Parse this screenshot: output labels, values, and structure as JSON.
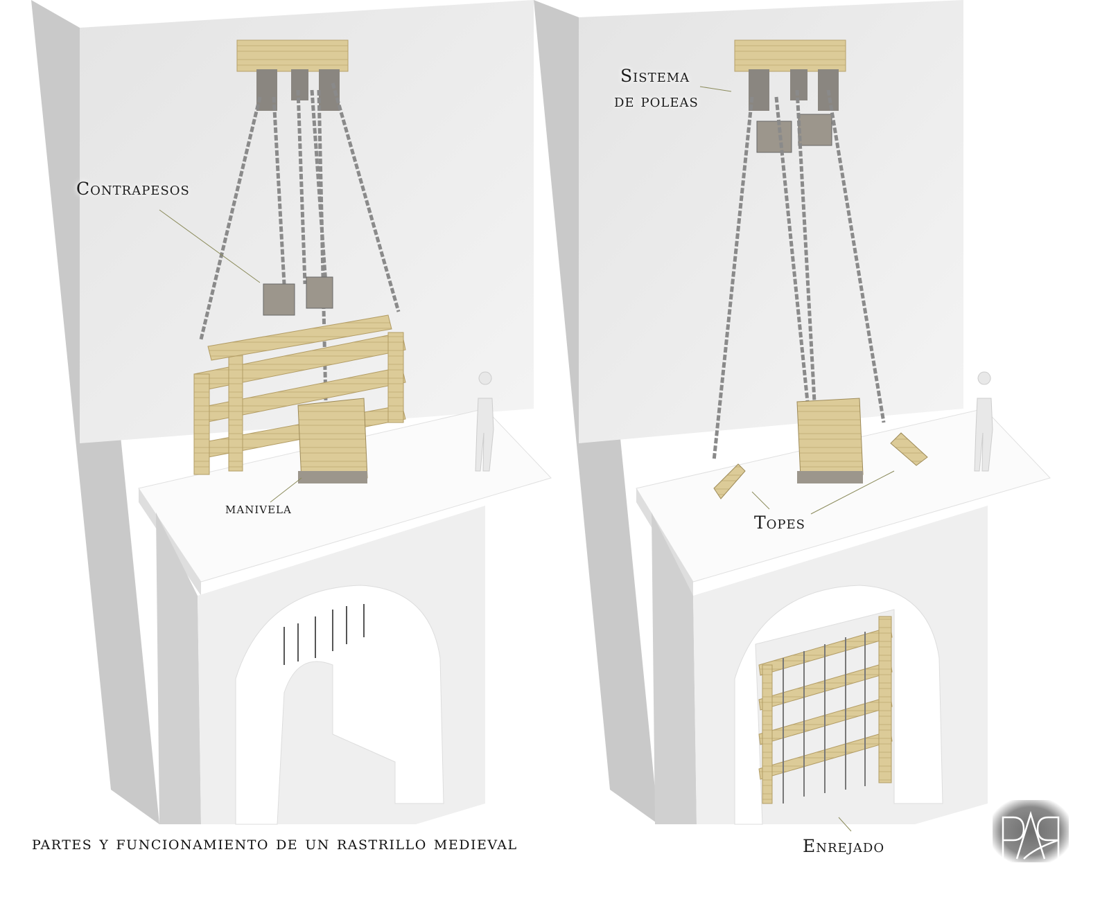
{
  "title": "Partes y funcionamiento de un rastrillo medieval",
  "labels": {
    "counterweights": "Contrapesos",
    "crank": "manivela",
    "pulley_system_line1": "Sistema",
    "pulley_system_line2": "de poleas",
    "stops": "Topes",
    "grating": "Enrejado"
  },
  "logo": "PAR",
  "colors": {
    "wall": "#ececec",
    "wood": "#d8c89a",
    "chain": "#8a8a8a",
    "text": "#1a1a1a"
  }
}
